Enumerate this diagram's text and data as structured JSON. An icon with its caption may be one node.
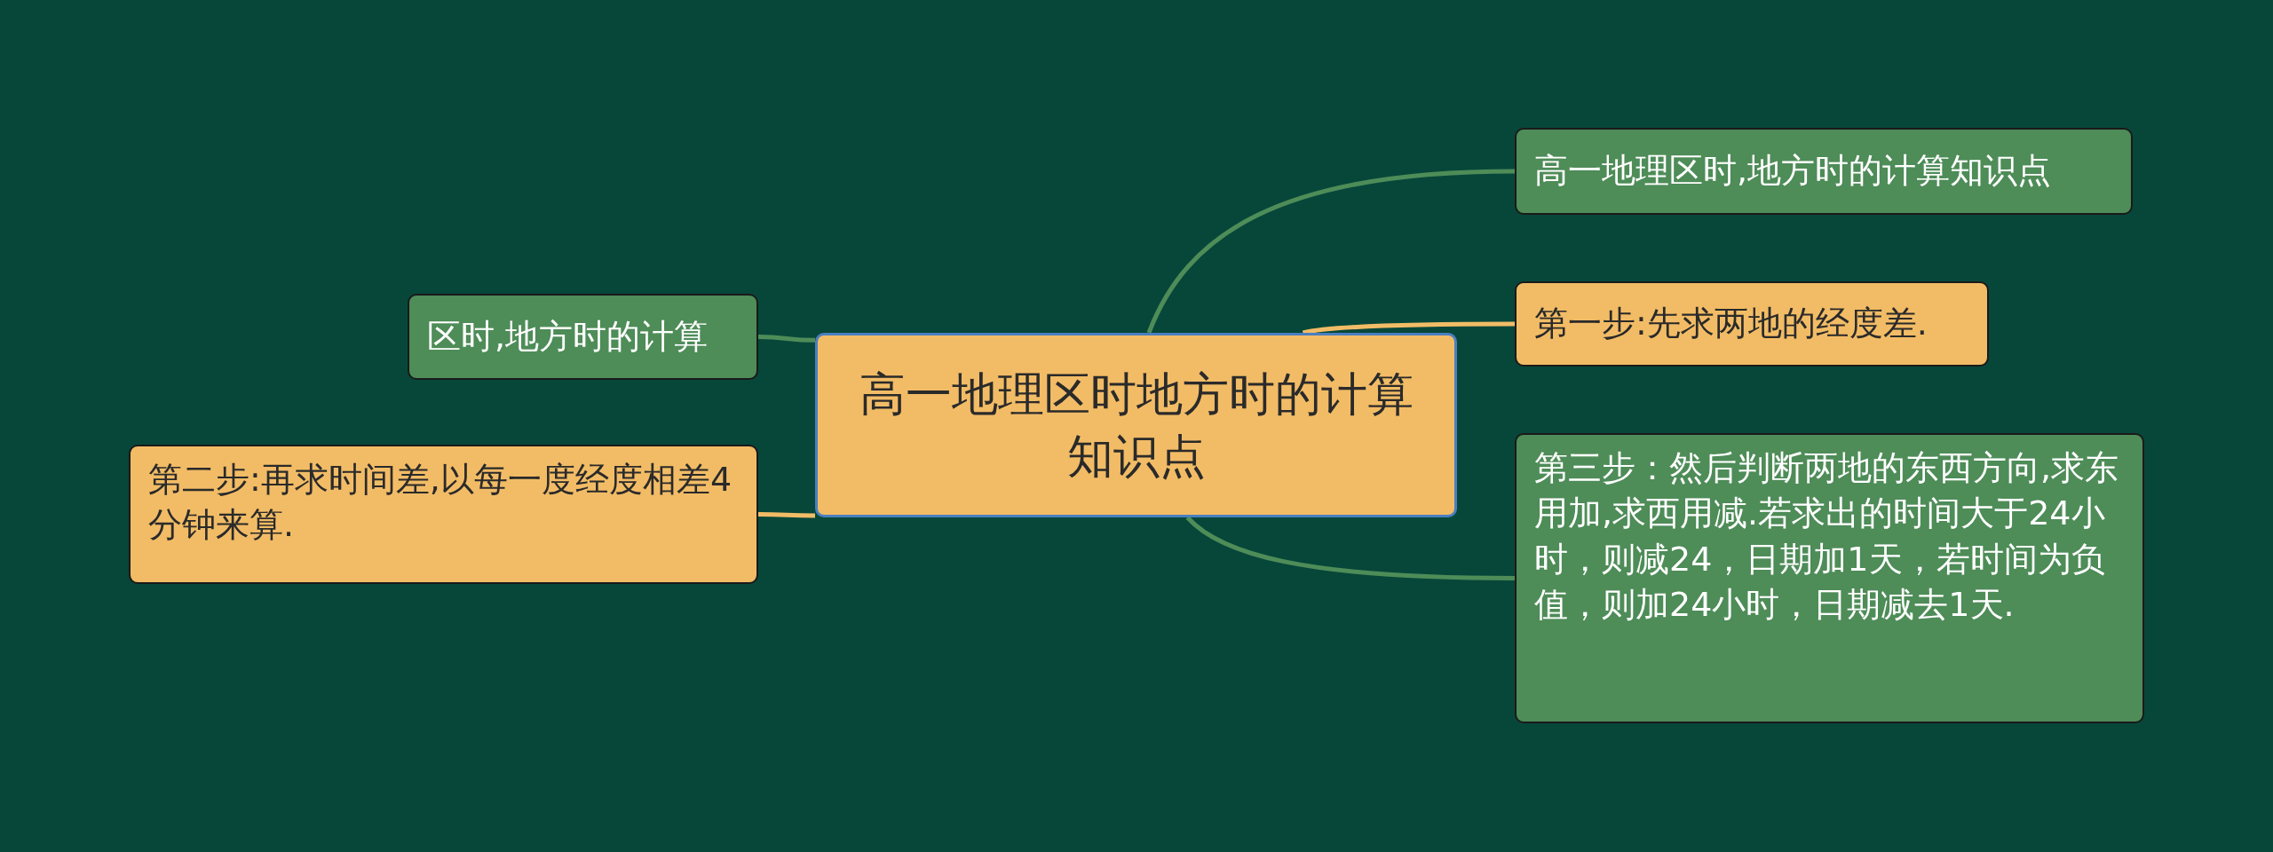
{
  "diagram": {
    "nodes": [
      {
        "text": [
          "高一地理区时地方时的计算知识点"
        ]
      },
      {
        "text": [
          "高一地理区时,地方时的计算知识点"
        ]
      },
      {
        "text": [
          "第一步:先求两地的经度差."
        ]
      },
      {
        "text": [
          "第三步：然后判断两地的东西方向,求东用加,求西用减.若求出的时间大于24小时，则减24，日期加1天，若时间为负值，则加24小时，日期减去1天."
        ]
      },
      {
        "text": [
          "区时,地方时的计算"
        ]
      },
      {
        "text": [
          "第二步:再求时间差,以每一度经度相差4分钟来算."
        ]
      }
    ],
    "edges": [
      {
        "from": 0,
        "to": 1,
        "arrow": "none"
      },
      {
        "from": 0,
        "to": 2,
        "arrow": "none",
        "color": "#f2bc66"
      },
      {
        "from": 0,
        "to": 3,
        "arrow": "none"
      },
      {
        "from": 0,
        "to": 4,
        "arrow": "none"
      },
      {
        "from": 0,
        "to": 5,
        "arrow": "none",
        "color": "#f2bc66"
      }
    ]
  }
}
